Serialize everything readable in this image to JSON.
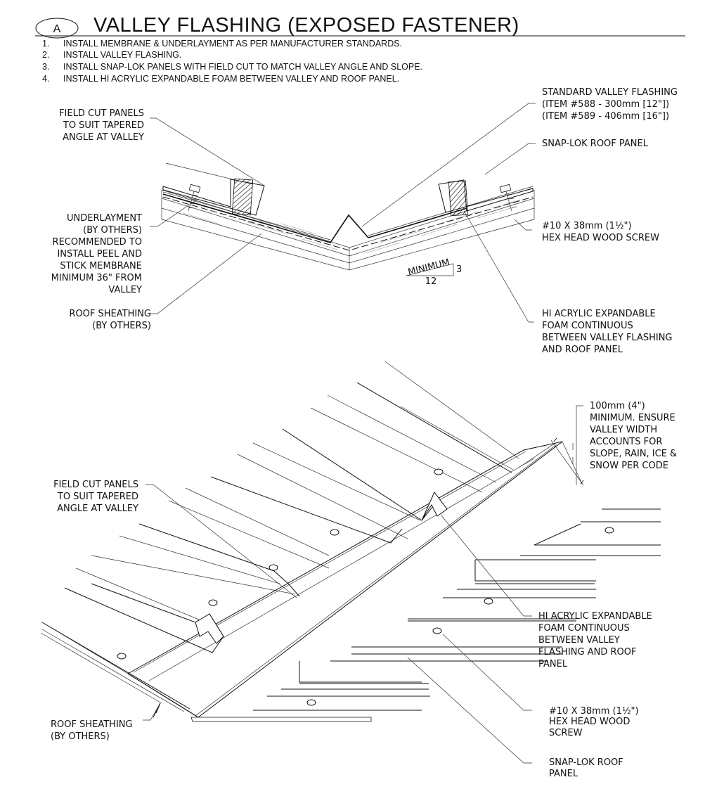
{
  "header": {
    "detail_letter": "A",
    "title": "VALLEY FLASHING (EXPOSED FASTENER)"
  },
  "notes": [
    {
      "num": "1.",
      "text": "INSTALL MEMBRANE & UNDERLAYMENT AS PER MANUFACTURER STANDARDS."
    },
    {
      "num": "2.",
      "text": "INSTALL VALLEY FLASHING."
    },
    {
      "num": "3.",
      "text": "INSTALL SNAP-LOK PANELS WITH FIELD CUT TO MATCH VALLEY ANGLE AND SLOPE."
    },
    {
      "num": "4.",
      "text": "INSTALL HI ACRYLIC EXPANDABLE FOAM BETWEEN VALLEY AND ROOF PANEL."
    }
  ],
  "section": {
    "field_cut": [
      "FIELD CUT PANELS",
      "TO SUIT TAPERED",
      "ANGLE AT VALLEY"
    ],
    "underlayment": [
      "UNDERLAYMENT",
      "(BY OTHERS)",
      "RECOMMENDED TO",
      "INSTALL PEEL AND",
      "STICK MEMBRANE",
      "MINIMUM 36\" FROM",
      "VALLEY"
    ],
    "sheathing": [
      "ROOF SHEATHING",
      "(BY OTHERS)"
    ],
    "valley_flashing": [
      "STANDARD VALLEY FLASHING",
      "(ITEM #588 - 300mm [12\"])",
      "(ITEM #589 - 406mm [16\"])"
    ],
    "roof_panel": [
      "SNAP-LOK ROOF PANEL"
    ],
    "screw": [
      "#10 X 38mm (1½\")",
      "HEX HEAD WOOD SCREW"
    ],
    "foam": [
      "HI ACRYLIC EXPANDABLE",
      "FOAM CONTINUOUS",
      "BETWEEN VALLEY FLASHING",
      "AND ROOF PANEL"
    ],
    "slope": {
      "label": "MINIMUM",
      "rise": "3",
      "run": "12"
    }
  },
  "iso": {
    "width_note": [
      "100mm (4\")",
      "MINIMUM.  ENSURE",
      "VALLEY WIDTH",
      "ACCOUNTS FOR",
      "SLOPE, RAIN, ICE &",
      "SNOW PER CODE"
    ],
    "field_cut": [
      "FIELD CUT PANELS",
      "TO SUIT TAPERED",
      "ANGLE AT VALLEY"
    ],
    "foam": [
      "HI ACRYLIC EXPANDABLE",
      "FOAM CONTINUOUS",
      "BETWEEN VALLEY",
      "FLASHING AND ROOF",
      "PANEL"
    ],
    "screw": [
      "#10 X 38mm (1½\")",
      "HEX HEAD WOOD",
      "SCREW"
    ],
    "roof_panel": [
      "SNAP-LOK ROOF",
      "PANEL"
    ],
    "sheathing": [
      "ROOF SHEATHING",
      "(BY OTHERS)"
    ]
  }
}
